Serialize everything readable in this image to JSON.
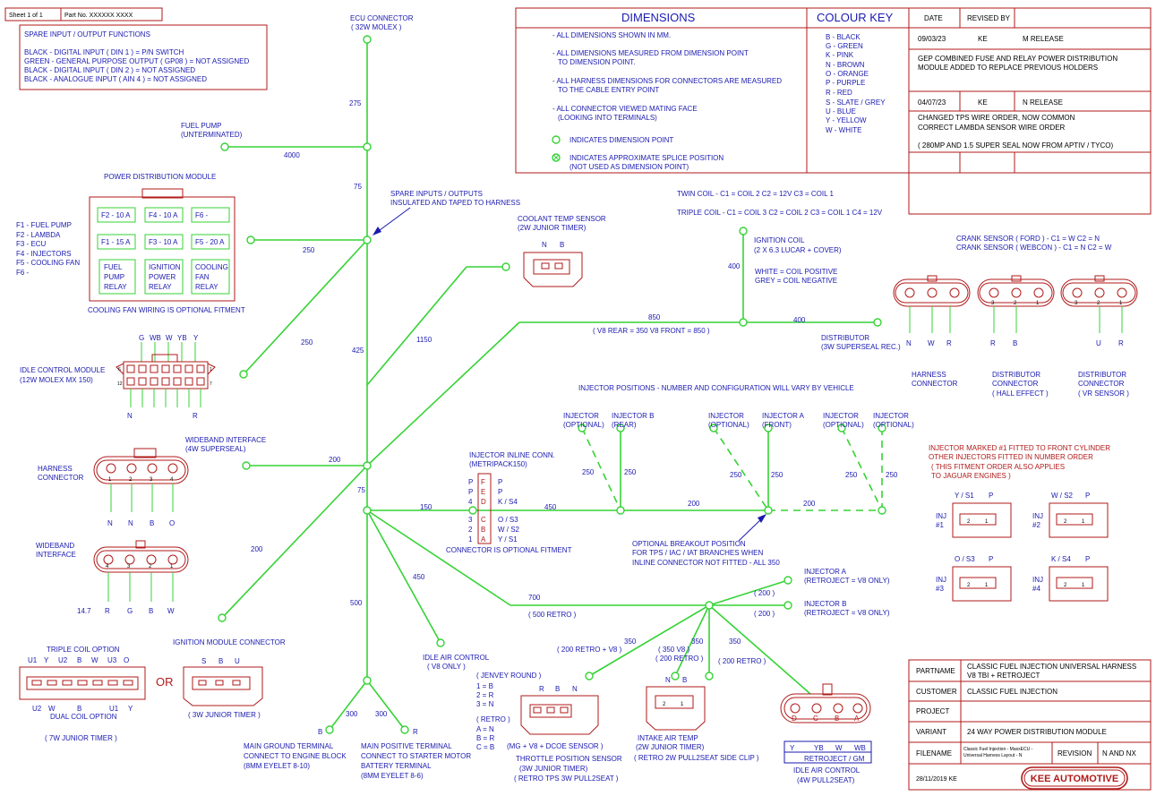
{
  "title_block": {
    "sheet": "Sheet 1 of 1",
    "part_no": "Part No. XXXXXX XXXX",
    "dimensions_title": "DIMENSIONS",
    "dimensions_notes": [
      "- ALL DIMENSIONS SHOWN IN MM.",
      "- ALL DIMENSIONS MEASURED FROM DIMENSION POINT",
      "TO DIMENSION POINT.",
      "- ALL HARNESS DIMENSIONS FOR CONNECTORS ARE MEASURED",
      "TO THE CABLE ENTRY POINT",
      "- ALL CONNECTOR VIEWED MATING FACE",
      "(LOOKING INTO TERMINALS)",
      "INDICATES DIMENSION POINT",
      "INDICATES APPROXIMATE SPLICE POSITION",
      "(NOT USED AS DIMENSION POINT)"
    ],
    "colour_key_title": "COLOUR KEY",
    "colour_key": [
      "B - BLACK",
      "G - GREEN",
      "K - PINK",
      "N - BROWN",
      "O - ORANGE",
      "P - PURPLE",
      "R - RED",
      "S - SLATE / GREY",
      "U - BLUE",
      "Y - YELLOW",
      "W - WHITE"
    ],
    "revisions_header": {
      "date": "DATE",
      "revised_by": "REVISED BY"
    },
    "revisions": [
      {
        "date": "09/03/23",
        "by": "KE",
        "desc": "M RELEASE",
        "notes": [
          "GEP COMBINED FUSE AND RELAY POWER DISTRIBUTION",
          "MODULE ADDED TO REPLACE PREVIOUS HOLDERS"
        ]
      },
      {
        "date": "04/07/23",
        "by": "KE",
        "desc": "N RELEASE",
        "notes": [
          "CHANGED TPS WIRE ORDER, NOW COMMON",
          "CORRECT LAMBDA SENSOR WIRE ORDER",
          "( 280MP  AND 1.5 SUPER SEAL NOW FROM APTIV / TYCO)"
        ]
      }
    ],
    "partname_label": "PARTNAME",
    "partname": [
      "CLASSIC FUEL INJECTION UNIVERSAL HARNESS",
      "V8 TBI + RETROJECT"
    ],
    "customer_label": "CUSTOMER",
    "customer": "CLASSIC FUEL INJECTION",
    "project_label": "PROJECT",
    "project": "",
    "variant_label": "VARIANT",
    "variant": "24 WAY POWER DISTRIBUTION MODULE",
    "filename_label": "FILENAME",
    "filename": [
      "Classic Fuel Injection - MaxxECU -",
      "Universal Harness Layout - N"
    ],
    "revision_label": "REVISION",
    "revision": "N AND NX",
    "date_line": "28/11/2019  KE",
    "company": "KEE AUTOMOTIVE"
  },
  "spare_io": {
    "title": "SPARE INPUT / OUTPUT FUNCTIONS",
    "lines": [
      "BLACK - DIGITAL INPUT ( DIN 1 ) = P/N SWITCH",
      "GREEN - GENERAL PURPOSE OUTPUT ( GP08 ) = NOT ASSIGNED",
      "BLACK - DIGITAL INPUT ( DIN 2 ) = NOT ASSIGNED",
      "BLACK - ANALOGUE INPUT ( AIN 4 ) = NOT ASSIGNED"
    ]
  },
  "ecu": {
    "label": "ECU CONNECTOR",
    "sub": "( 32W MOLEX )"
  },
  "fuel_pump": {
    "label": "FUEL PUMP",
    "sub": "(UNTERMINATED)"
  },
  "pdm": {
    "title": "POWER DISTRIBUTION MODULE",
    "fuses_row1": [
      "F2 - 10 A",
      "F4 - 10 A",
      "F6 -"
    ],
    "fuses_row2": [
      "F1 - 15 A",
      "F3 - 10 A",
      "F5 - 20 A"
    ],
    "relays": [
      [
        "FUEL",
        "PUMP",
        "RELAY"
      ],
      [
        "IGNITION",
        "POWER",
        "RELAY"
      ],
      [
        "COOLING",
        "FAN",
        "RELAY"
      ]
    ],
    "fuse_list": [
      "F1 - FUEL PUMP",
      "F2 - LAMBDA",
      "F3 - ECU",
      "F4 - INJECTORS",
      "F5 - COOLING FAN",
      "F6 -"
    ],
    "note": "COOLING FAN WIRING IS OPTIONAL FITMENT"
  },
  "spare_harness": [
    "SPARE INPUTS / OUTPUTS",
    "INSULATED AND TAPED TO HARNESS"
  ],
  "coolant": {
    "label": "COOLANT TEMP SENSOR",
    "sub": "(2W JUNIOR TIMER)",
    "pins": [
      "N",
      "B"
    ]
  },
  "coil_notes": [
    "TWIN COIL - C1 = COIL 2  C2 = 12V  C3 = COIL 1",
    "TRIPLE COIL - C1 = COIL 3  C2 = COIL 2  C3 = COIL 1  C4 = 12V"
  ],
  "ignition_coil": {
    "label": "IGNITION COIL",
    "sub": "(2 X 6.3 LUCAR + COVER)",
    "notes": [
      "WHITE = COIL POSITIVE",
      "GREY = COIL NEGATIVE"
    ]
  },
  "crank": [
    "CRANK SENSOR ( FORD ) - C1 = W  C2 = N",
    "CRANK SENSOR ( WEBCON ) - C1 = N  C2 = W"
  ],
  "distributor": {
    "label": "DISTRIBUTOR",
    "sub": "(3W SUPERSEAL REC.)"
  },
  "round_connectors": [
    {
      "title": [
        "HARNESS",
        "CONNECTOR"
      ],
      "pins": [
        "",
        "",
        ""
      ],
      "wires": [
        "N",
        "W",
        "R"
      ]
    },
    {
      "title": [
        "DISTRIBUTOR",
        "CONNECTOR",
        "( HALL EFFECT )"
      ],
      "pins": [
        "3",
        "2",
        "1"
      ],
      "wires": [
        "R",
        "B",
        ""
      ]
    },
    {
      "title": [
        "DISTRIBUTOR",
        "CONNECTOR",
        "( VR SENSOR )"
      ],
      "pins": [
        "3",
        "2",
        "1"
      ],
      "wires": [
        "",
        "U",
        "R"
      ]
    }
  ],
  "v8_note": "( V8 REAR = 350  V8 FRONT = 850 )",
  "idle_module": {
    "label": "IDLE CONTROL MODULE",
    "sub": "(12W MOLEX MX 150)",
    "top_wires": [
      "G",
      "WB",
      "W",
      "YB",
      "Y"
    ],
    "bottom_wires": [
      "N",
      "R"
    ],
    "pin_left": [
      "6",
      "12"
    ],
    "pin_right": [
      "1",
      "7"
    ]
  },
  "injector_note": "INJECTOR POSITIONS - NUMBER AND CONFIGURATION WILL VARY BY VEHICLE",
  "injectors_top": [
    [
      "INJECTOR",
      "(OPTIONAL)"
    ],
    [
      "INJECTOR B",
      "(REAR)"
    ],
    [
      "INJECTOR",
      "(OPTIONAL)"
    ],
    [
      "INJECTOR A",
      "(FRONT)"
    ],
    [
      "INJECTOR",
      "(OPTIONAL)"
    ],
    [
      "INJECTOR",
      "(OPTIONAL)"
    ]
  ],
  "injector_red_note": [
    "INJECTOR MARKED #1 FITTED TO FRONT CYLINDER",
    "OTHER INJECTORS FITTED IN NUMBER ORDER",
    "( THIS FITMENT ORDER ALSO APPLIES",
    "TO JAGUAR ENGINES )"
  ],
  "inj_connectors": [
    {
      "label": [
        "INJ",
        "#1"
      ],
      "wires": [
        "Y / S1",
        "P"
      ]
    },
    {
      "label": [
        "INJ",
        "#2"
      ],
      "wires": [
        "W / S2",
        "P"
      ]
    },
    {
      "label": [
        "INJ",
        "#3"
      ],
      "wires": [
        "O / S3",
        "P"
      ]
    },
    {
      "label": [
        "INJ",
        "#4"
      ],
      "wires": [
        "K / S4",
        "P"
      ]
    }
  ],
  "wideband_interface": {
    "label": "WIDEBAND INTERFACE",
    "sub": "(4W SUPERSEAL)"
  },
  "harness_connector_left": {
    "label": [
      "HARNESS",
      "CONNECTOR"
    ],
    "pins": [
      "1",
      "2",
      "3",
      "4"
    ],
    "wires": [
      "N",
      "N",
      "B",
      "O"
    ]
  },
  "wideband_left": {
    "label": [
      "WIDEBAND",
      "INTERFACE"
    ],
    "pins": [
      "4",
      "3",
      "2",
      "1"
    ],
    "wires": [
      "R",
      "G",
      "B",
      "W"
    ],
    "side": "14.7"
  },
  "inline_conn": {
    "label": "INJECTOR INLINE CONN.",
    "sub": "(METRIPACK150)",
    "left_col": [
      "P",
      "P",
      "4",
      "",
      "3",
      "2",
      "1"
    ],
    "letters": [
      "F",
      "E",
      "D",
      "C",
      "B",
      "A"
    ],
    "right_col": [
      "P",
      "P",
      "K / S4",
      "",
      "O / S3",
      "W / S2",
      "Y / S1"
    ],
    "note": "CONNECTOR IS OPTIONAL FITMENT"
  },
  "breakout_note": [
    "OPTIONAL BREAKOUT POSITION",
    "FOR TPS / IAC / IAT BRANCHES WHEN",
    "INLINE CONNECTOR NOT FITTED - ALL 350"
  ],
  "injector_a": [
    "INJECTOR A",
    "(RETROJECT = V8 ONLY)"
  ],
  "injector_b": [
    "INJECTOR B",
    "(RETROJECT = V8 ONLY)"
  ],
  "triple_coil": {
    "label": "TRIPLE COIL OPTION",
    "top": [
      "U1",
      "Y",
      "U2",
      "B",
      "W",
      "U3",
      "O"
    ],
    "bottom": [
      "U2",
      "W",
      "B",
      "U1",
      "Y"
    ],
    "dual": "DUAL COIL OPTION",
    "type": "( 7W JUNIOR TIMER )",
    "or": "OR"
  },
  "ign_module": {
    "label": "IGNITION MODULE CONNECTOR",
    "pins": [
      "S",
      "B",
      "U"
    ],
    "type": "( 3W JUNIOR TIMER )"
  },
  "idle_air_left": [
    "IDLE AIR CONTROL",
    "( V8 ONLY )"
  ],
  "jenvey": {
    "lines": [
      "( JENVEY ROUND )",
      "1 = B",
      "2 = R",
      "3 = N",
      "",
      "( RETRO )",
      "A = N",
      "B = R",
      "C = B"
    ]
  },
  "tps": {
    "pins": [
      "R",
      "B",
      "N"
    ],
    "notes": [
      "(MG + V8 + DCOE SENSOR )",
      "THROTTLE POSITION SENSOR",
      "(3W JUNIOR TIMER)",
      "( RETRO TPS 3W PULL2SEAT )"
    ]
  },
  "iat": {
    "label": "INTAKE AIR TEMP",
    "sub": "(2W JUNIOR TIMER)",
    "pins": [
      "N",
      "B"
    ],
    "retro": "( RETRO 2W PULL2SEAT SIDE CLIP )"
  },
  "idle_air_right": {
    "pins": [
      "D",
      "C",
      "B",
      "A"
    ],
    "top": [
      "Y",
      "YB",
      "W",
      "WB"
    ],
    "retroject": "RETROJECT / GM",
    "label": "IDLE AIR CONTROL",
    "sub": "(4W PULL2SEAT)"
  },
  "ground": [
    "MAIN GROUND TERMINAL",
    "CONNECT TO ENGINE BLOCK",
    "(8MM EYELET  8-10)"
  ],
  "positive": [
    "MAIN POSITIVE TERMINAL",
    "CONNECT TO STARTER MOTOR",
    "BATTERY TERMINAL",
    "(8MM EYELET  8-6)"
  ],
  "terminal_wires": [
    "B",
    "R"
  ],
  "dims": {
    "ecu": "275",
    "fuel": "4000",
    "d75a": "75",
    "pdm": "250",
    "idle": "250",
    "d425": "425",
    "d1150": "1150",
    "d850": "850",
    "d400a": "400",
    "d400b": "400",
    "wb": "200",
    "d75b": "75",
    "d200b": "200",
    "d150": "150",
    "d450": "450",
    "d200c": "200",
    "d200d": "200",
    "i250a": "250",
    "i250b": "250",
    "i250c": "250",
    "i250d": "250",
    "i250e": "250",
    "i250f": "250",
    "iac450": "450",
    "d500": "500",
    "d700": "700",
    "d500r": "( 500 RETRO )",
    "d300a": "300",
    "d300b": "300",
    "ia200": "( 200 )",
    "ib200": "( 200 )",
    "t350": "350",
    "t350b": "350",
    "t350c": "350",
    "tps_note": "( 200 RETRO + V8 )",
    "iat_note": [
      "( 350 V8 )",
      "( 200 RETRO )"
    ],
    "iac_note": "( 200 RETRO )"
  }
}
